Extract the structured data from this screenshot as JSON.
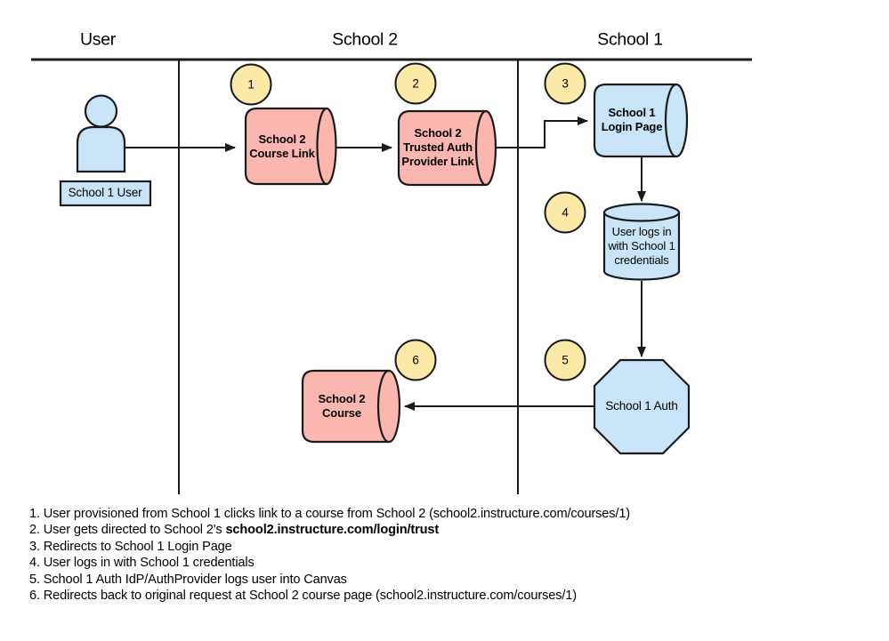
{
  "colors": {
    "pink": "#FBB7AF",
    "blue": "#C8E4F6",
    "yellow": "#FBE9A7",
    "stroke": "#1a1a1a"
  },
  "lanes": {
    "user": "User",
    "school2": "School 2",
    "school1": "School 1"
  },
  "nodes": {
    "actor_label": "School 1 User",
    "course_link": "School 2\nCourse Link",
    "trusted_auth": "School 2\nTrusted Auth\nProvider Link",
    "login_page": "School 1\nLogin Page",
    "credentials_db": "User logs in\nwith School 1\ncredentials",
    "auth": "School 1 Auth",
    "course": "School 2\nCourse"
  },
  "badges": [
    "1",
    "2",
    "3",
    "4",
    "5",
    "6"
  ],
  "steps": [
    {
      "text": "1. User provisioned from School 1 clicks link to a course from School 2 (school2.instructure.com/courses/1)"
    },
    {
      "text": "2. User gets directed to School 2's ",
      "bold": "school2.instructure.com/login/trust"
    },
    {
      "text": "3. Redirects to School 1 Login Page"
    },
    {
      "text": "4. User logs in with School 1 credentials"
    },
    {
      "text": "5. School 1 Auth IdP/AuthProvider logs user into Canvas"
    },
    {
      "text": "6. Redirects back to original request at School 2 course page (school2.instructure.com/courses/1)"
    }
  ]
}
